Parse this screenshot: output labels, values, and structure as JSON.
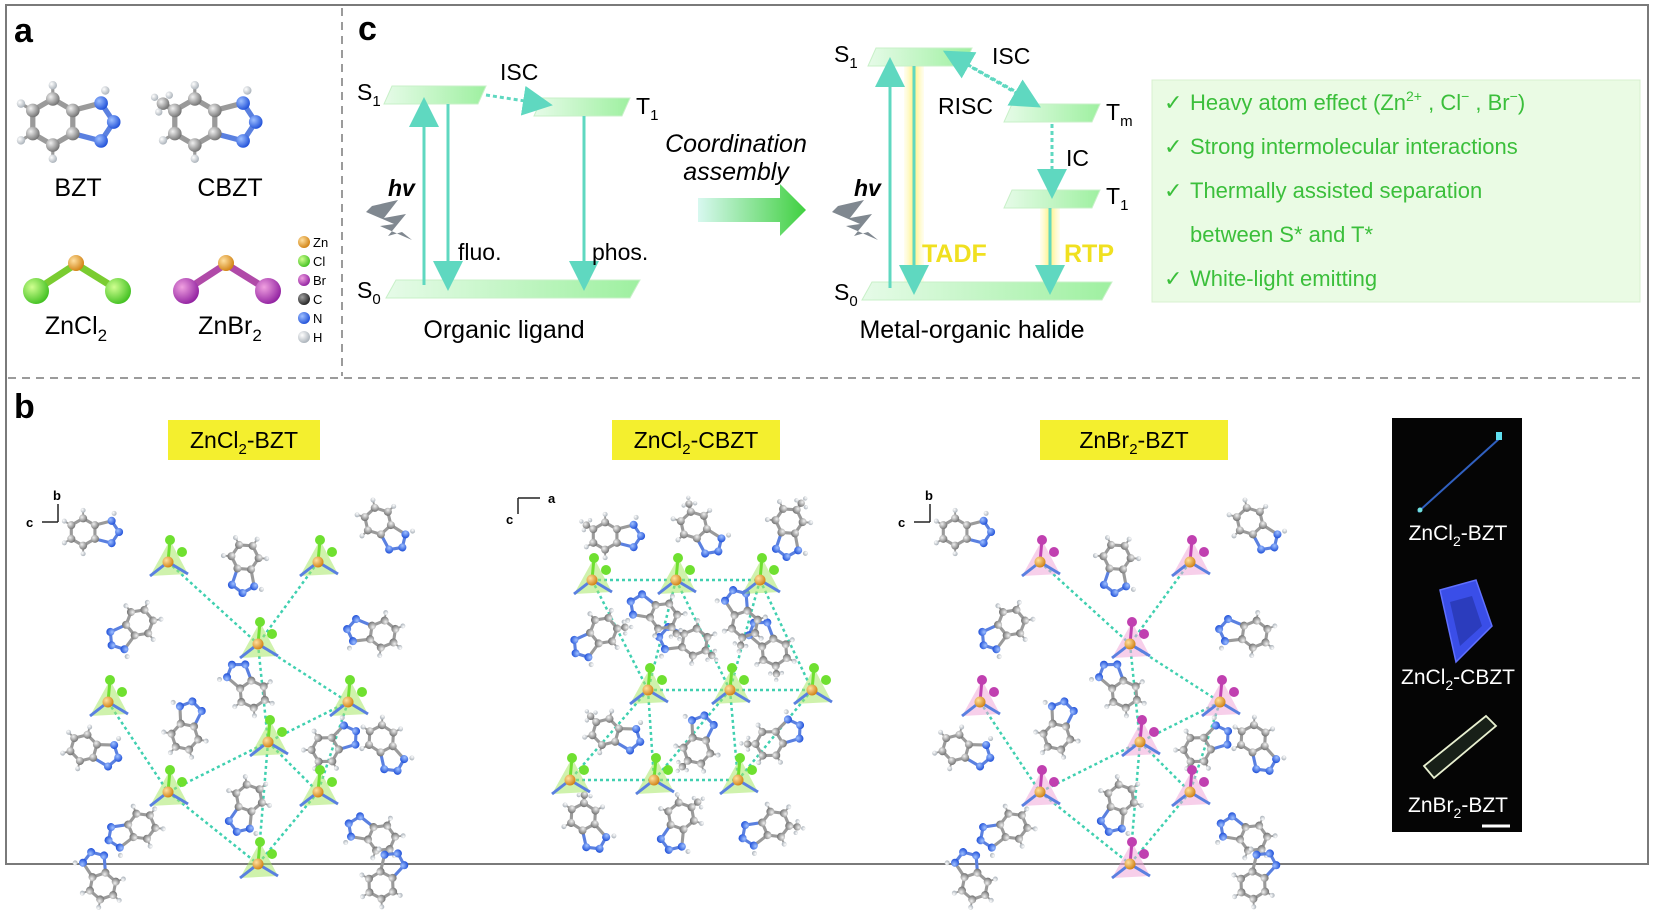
{
  "panels": {
    "a": "a",
    "b": "b",
    "c": "c"
  },
  "panel_a": {
    "molecules": [
      {
        "name": "BZT"
      },
      {
        "name": "CBZT"
      }
    ],
    "salts": [
      {
        "base": "ZnCl",
        "sub": "2"
      },
      {
        "base": "ZnBr",
        "sub": "2"
      }
    ],
    "legend": [
      {
        "label": "Zn",
        "color": "#f0a030"
      },
      {
        "label": "Cl",
        "color": "#5fdc2e"
      },
      {
        "label": "Br",
        "color": "#c040b0"
      },
      {
        "label": "C",
        "color": "#3a3a3a"
      },
      {
        "label": "N",
        "color": "#1e4fd8"
      },
      {
        "label": "H",
        "color": "#c8d0d8"
      }
    ]
  },
  "panel_c": {
    "left": {
      "s1": "S",
      "s1_sub": "1",
      "t1": "T",
      "t1_sub": "1",
      "s0": "S",
      "s0_sub": "0",
      "isc": "ISC",
      "hv": "hv",
      "fluo": "fluo.",
      "phos": "phos.",
      "caption": "Organic ligand"
    },
    "arrow": {
      "line1": "Coordination",
      "line2": "assembly"
    },
    "right": {
      "s1": "S",
      "s1_sub": "1",
      "tm": "T",
      "tm_sub": "m",
      "t1": "T",
      "t1_sub": "1",
      "s0": "S",
      "s0_sub": "0",
      "isc": "ISC",
      "risc": "RISC",
      "ic": "IC",
      "hv": "hv",
      "tadf": "TADF",
      "rtp": "RTP",
      "caption": "Metal-organic halide"
    },
    "features": {
      "check": "✓",
      "item1_a": "Heavy atom effect (Zn",
      "item1_sup1": "2+",
      "item1_b": " , Cl",
      "item1_sup2": "−",
      "item1_c": " , Br",
      "item1_sup3": "−",
      "item1_d": ")",
      "item2": "Strong intermolecular interactions",
      "item3_line1": "Thermally assisted separation",
      "item3_line2": "between S* and T*",
      "item4": "White-light emitting"
    }
  },
  "panel_b": {
    "structures": [
      {
        "base": "ZnCl",
        "sub": "2",
        "rest": "-BZT",
        "axis1": "b",
        "axis2": "c"
      },
      {
        "base": "ZnCl",
        "sub": "2",
        "rest": "-CBZT",
        "axis1": "a",
        "axis2": "c"
      },
      {
        "base": "ZnBr",
        "sub": "2",
        "rest": "-BZT",
        "axis1": "b",
        "axis2": "c"
      }
    ],
    "photos": [
      {
        "base": "ZnCl",
        "sub": "2",
        "rest": "-BZT"
      },
      {
        "base": "ZnCl",
        "sub": "2",
        "rest": "-CBZT"
      },
      {
        "base": "ZnBr",
        "sub": "2",
        "rest": "-BZT"
      }
    ]
  },
  "colors": {
    "border": "#7a7a7a",
    "level_green": "#a8f0b0",
    "arrow_teal": "#5fd8c0",
    "tag_yellow": "#f4ef2e",
    "feature_bg": "#eafbe4",
    "feature_text": "#3bbf3b",
    "cl_green": "#6fe030",
    "br_magenta": "#c040b0"
  }
}
